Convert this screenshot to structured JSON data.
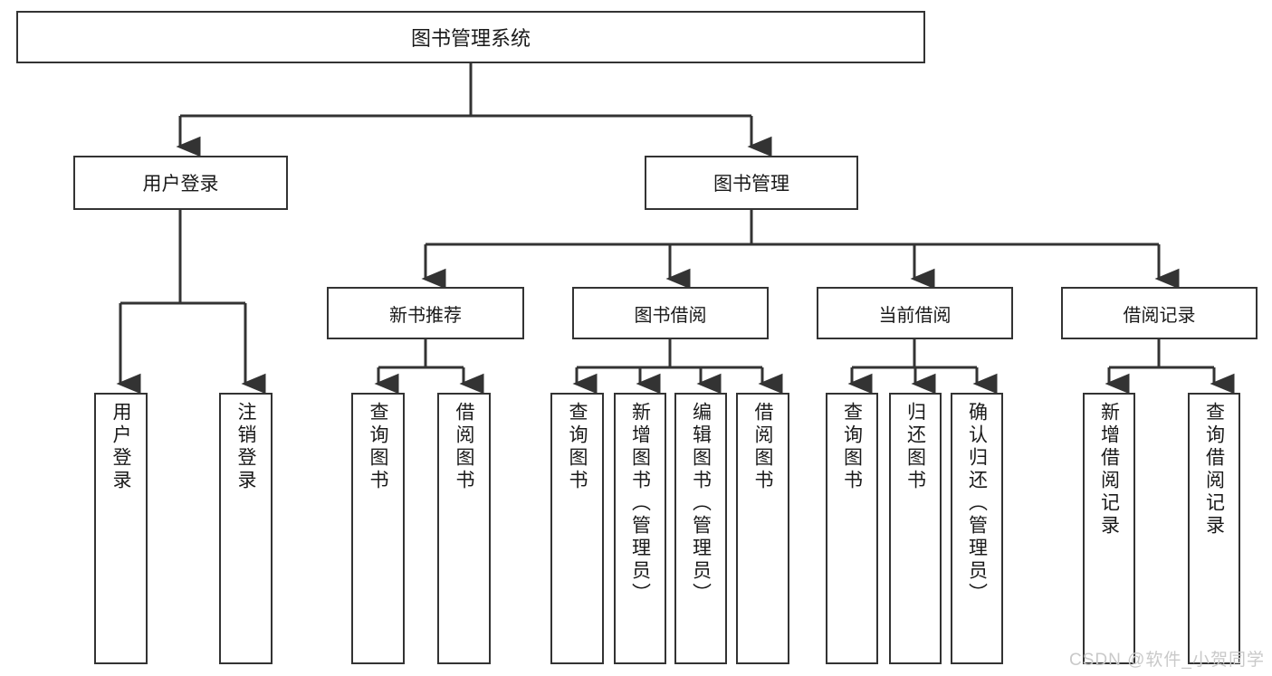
{
  "diagram": {
    "title": "图书管理系统",
    "type": "功能结构图",
    "watermark": "CSDN @软件_小贺同学",
    "colors": {
      "box_border": "#333333",
      "box_fill": "#ffffff",
      "edge": "#333333",
      "text": "#1a1a1a",
      "watermark": "#c9c9c9"
    },
    "root": {
      "label": "图书管理系统"
    },
    "level1": [
      {
        "id": "user-login",
        "label": "用户登录"
      },
      {
        "id": "book-manage",
        "label": "图书管理"
      }
    ],
    "level2": [
      {
        "id": "new-book-recommend",
        "label": "新书推荐",
        "parent": "book-manage"
      },
      {
        "id": "book-borrow",
        "label": "图书借阅",
        "parent": "book-manage"
      },
      {
        "id": "current-borrow",
        "label": "当前借阅",
        "parent": "book-manage"
      },
      {
        "id": "borrow-record",
        "label": "借阅记录",
        "parent": "book-manage"
      }
    ],
    "leaves": [
      {
        "id": "leaf-user-login",
        "label": "用户登录",
        "parent": "user-login"
      },
      {
        "id": "leaf-user-logout",
        "label": "注销登录",
        "parent": "user-login"
      },
      {
        "id": "leaf-query-book-1",
        "label": "查询图书",
        "parent": "new-book-recommend"
      },
      {
        "id": "leaf-borrow-book-1",
        "label": "借阅图书",
        "parent": "new-book-recommend"
      },
      {
        "id": "leaf-query-book-2",
        "label": "查询图书",
        "parent": "book-borrow"
      },
      {
        "id": "leaf-add-book",
        "label": "新增图书（管理员）",
        "parent": "book-borrow"
      },
      {
        "id": "leaf-edit-book",
        "label": "编辑图书（管理员）",
        "parent": "book-borrow"
      },
      {
        "id": "leaf-borrow-book-2",
        "label": "借阅图书",
        "parent": "book-borrow"
      },
      {
        "id": "leaf-query-book-3",
        "label": "查询图书",
        "parent": "current-borrow"
      },
      {
        "id": "leaf-return-book",
        "label": "归还图书",
        "parent": "current-borrow"
      },
      {
        "id": "leaf-confirm-return",
        "label": "确认归还（管理员）",
        "parent": "current-borrow"
      },
      {
        "id": "leaf-add-record",
        "label": "新增借阅记录",
        "parent": "borrow-record"
      },
      {
        "id": "leaf-query-record",
        "label": "查询借阅记录",
        "parent": "borrow-record"
      }
    ]
  }
}
